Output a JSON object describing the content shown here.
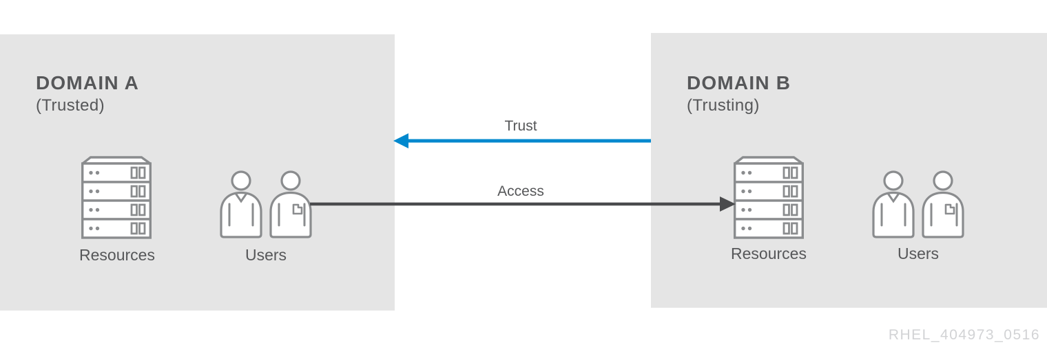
{
  "diagram": {
    "domain_a": {
      "title": "DOMAIN A",
      "subtitle": "(Trusted)",
      "resources_label": "Resources",
      "users_label": "Users"
    },
    "domain_b": {
      "title": "DOMAIN B",
      "subtitle": "(Trusting)",
      "resources_label": "Resources",
      "users_label": "Users"
    },
    "arrows": {
      "trust_label": "Trust",
      "access_label": "Access",
      "trust_direction": "right-to-left",
      "access_direction": "left-to-right"
    },
    "watermark": "RHEL_404973_0516",
    "colors": {
      "panel_background": "#e5e5e5",
      "page_background": "#ffffff",
      "text": "#565759",
      "icon_stroke": "#8a8c8e",
      "trust_arrow": "#0088ce",
      "access_arrow": "#4a4b4d",
      "watermark_text": "#d2d3d5"
    }
  }
}
